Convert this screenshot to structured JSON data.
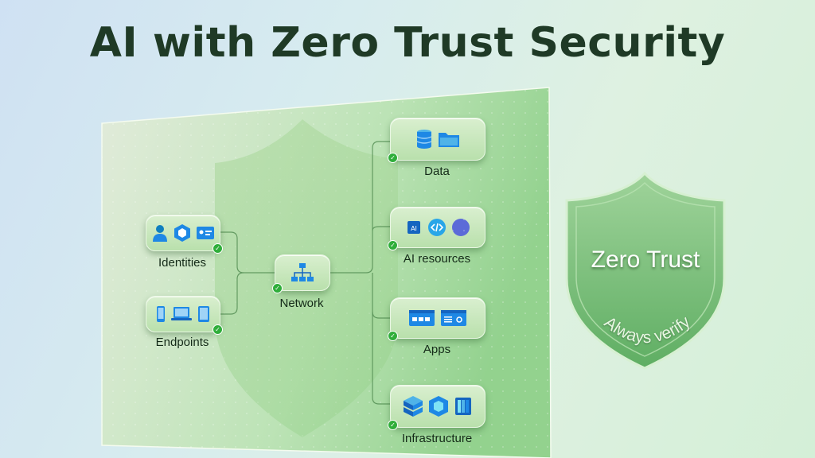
{
  "title": "AI with Zero Trust Security",
  "nodes": {
    "identities": "Identities",
    "endpoints": "Endpoints",
    "network": "Network",
    "data": "Data",
    "ai_resources": "AI resources",
    "apps": "Apps",
    "infrastructure": "Infrastructure"
  },
  "badge": {
    "title": "Zero Trust",
    "subtitle": "Always verify"
  },
  "colors": {
    "accent_blue": "#1e88e5",
    "check_green": "#2fae3a",
    "badge_green": "#7cc07e",
    "title_color": "#1f3a26"
  },
  "icons": {
    "identities": [
      "person-icon",
      "hexagon-icon",
      "id-card-icon"
    ],
    "endpoints": [
      "phone-icon",
      "laptop-icon",
      "tablet-icon"
    ],
    "network": [
      "network-tree-icon"
    ],
    "data": [
      "database-icon",
      "folder-icon"
    ],
    "ai_resources": [
      "ai-chip-icon",
      "code-icon",
      "sphere-icon"
    ],
    "apps": [
      "app-window-icon",
      "app-window-icon"
    ],
    "infrastructure": [
      "server-stack-icon",
      "cube-icon",
      "columns-icon"
    ]
  }
}
